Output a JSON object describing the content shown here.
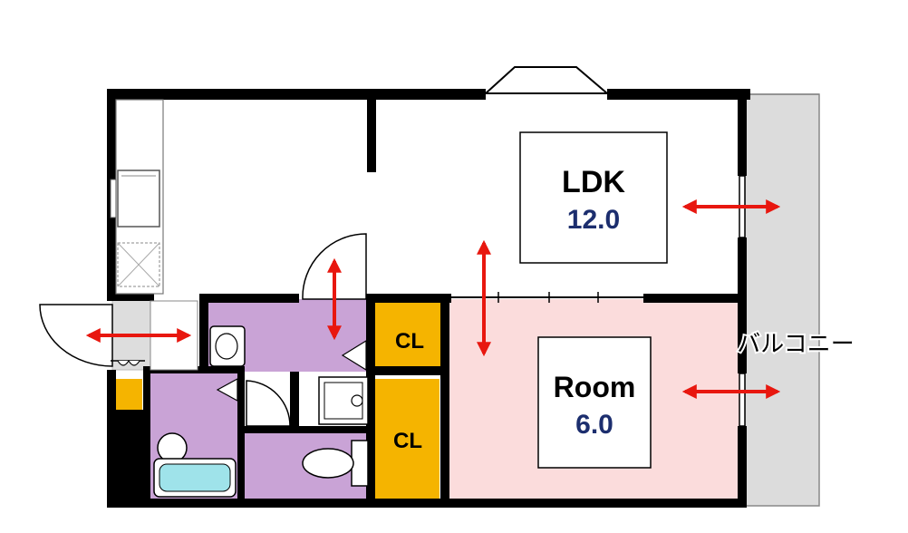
{
  "rooms": {
    "ldk": {
      "name": "LDK",
      "size": "12.0"
    },
    "room": {
      "name": "Room",
      "size": "6.0"
    },
    "closet_upper": {
      "name": "CL"
    },
    "closet_lower": {
      "name": "CL"
    }
  },
  "balcony": {
    "label": "バルコニー"
  },
  "colors": {
    "wall": "#000000",
    "balcony": "#dcdcdc",
    "room": "#fbdcdc",
    "wet_area": "#c9a3d6",
    "closet": "#f5b400",
    "shoe_box": "#f5b400",
    "arrow": "#e8170f",
    "size_text": "#1c2e6e",
    "bathtub": "#9fe3ea"
  },
  "icons": [
    "ventilation-arrow-icon",
    "door-swing-icon",
    "toilet-icon",
    "sink-icon",
    "bathtub-icon",
    "washing-machine-icon",
    "kitchen-sink-icon"
  ]
}
